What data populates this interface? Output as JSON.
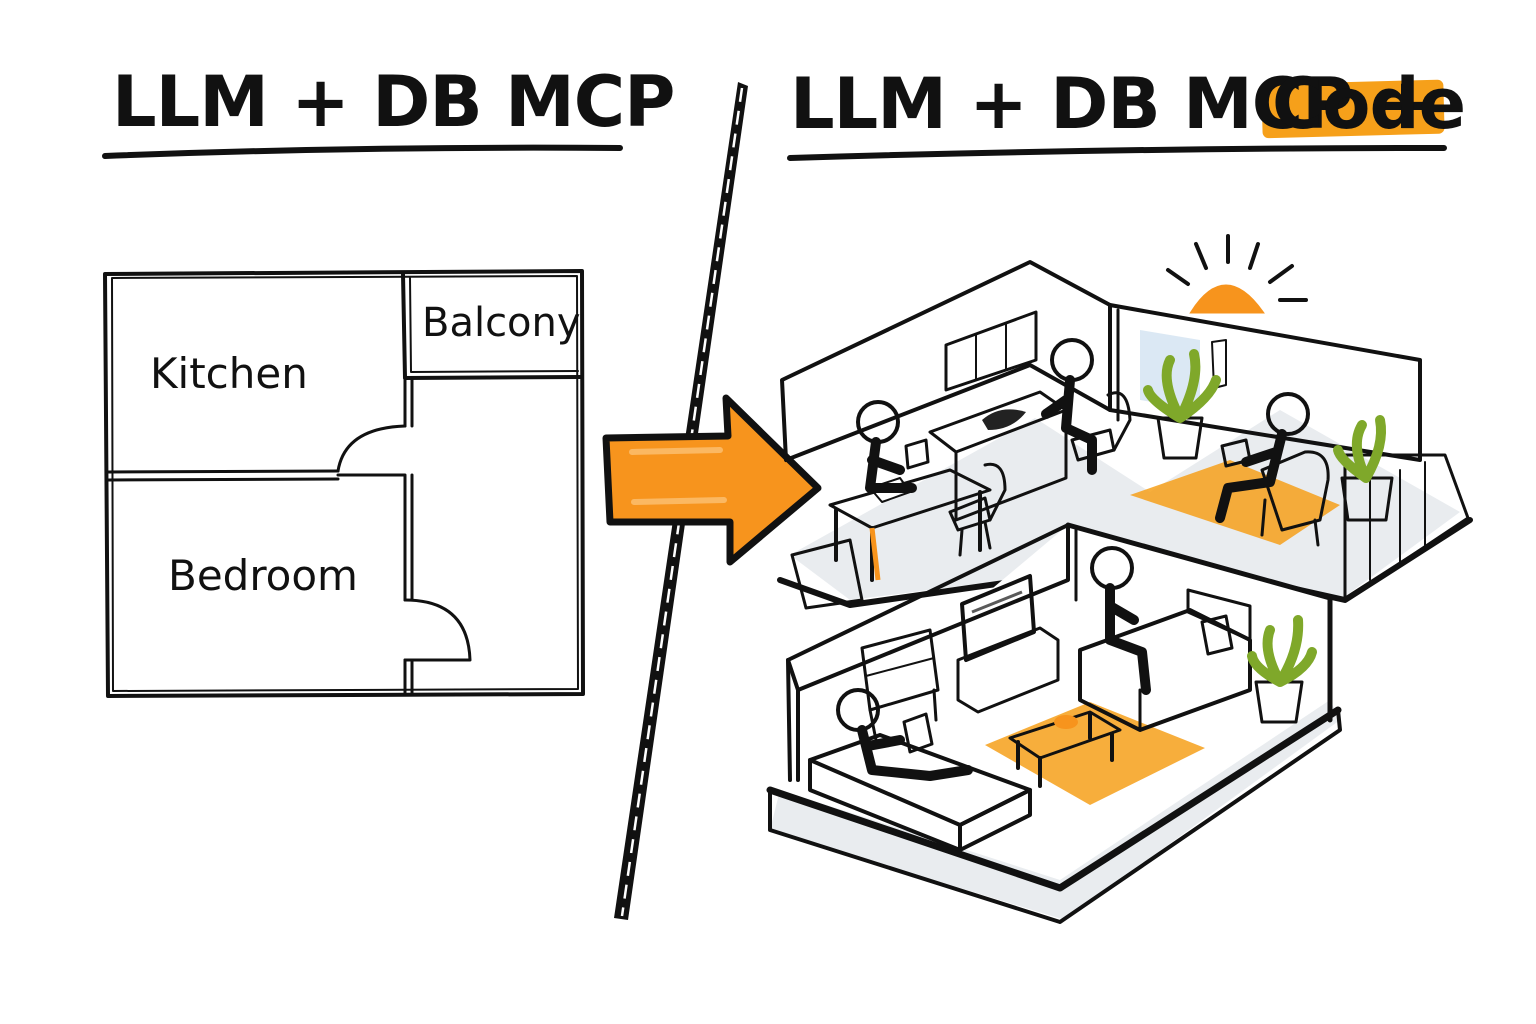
{
  "left_panel": {
    "title": "LLM + DB MCP",
    "rooms": [
      "Kitchen",
      "Balcony",
      "Bedroom"
    ]
  },
  "right_panel": {
    "title_prefix": "LLM + DB MCP +",
    "title_highlight": "Code"
  },
  "colors": {
    "ink": "#111111",
    "accent_orange": "#f7941d",
    "highlight_orange": "#f6a01a",
    "furniture_blue": "#2f6db5",
    "plant_green": "#7fa82a",
    "floor_gray": "#e9ecef"
  },
  "icons": [
    "divider-line",
    "arrow-right-icon",
    "sun-icon",
    "person-icon",
    "plant-icon",
    "tv-icon",
    "sofa-icon",
    "bed-icon"
  ]
}
